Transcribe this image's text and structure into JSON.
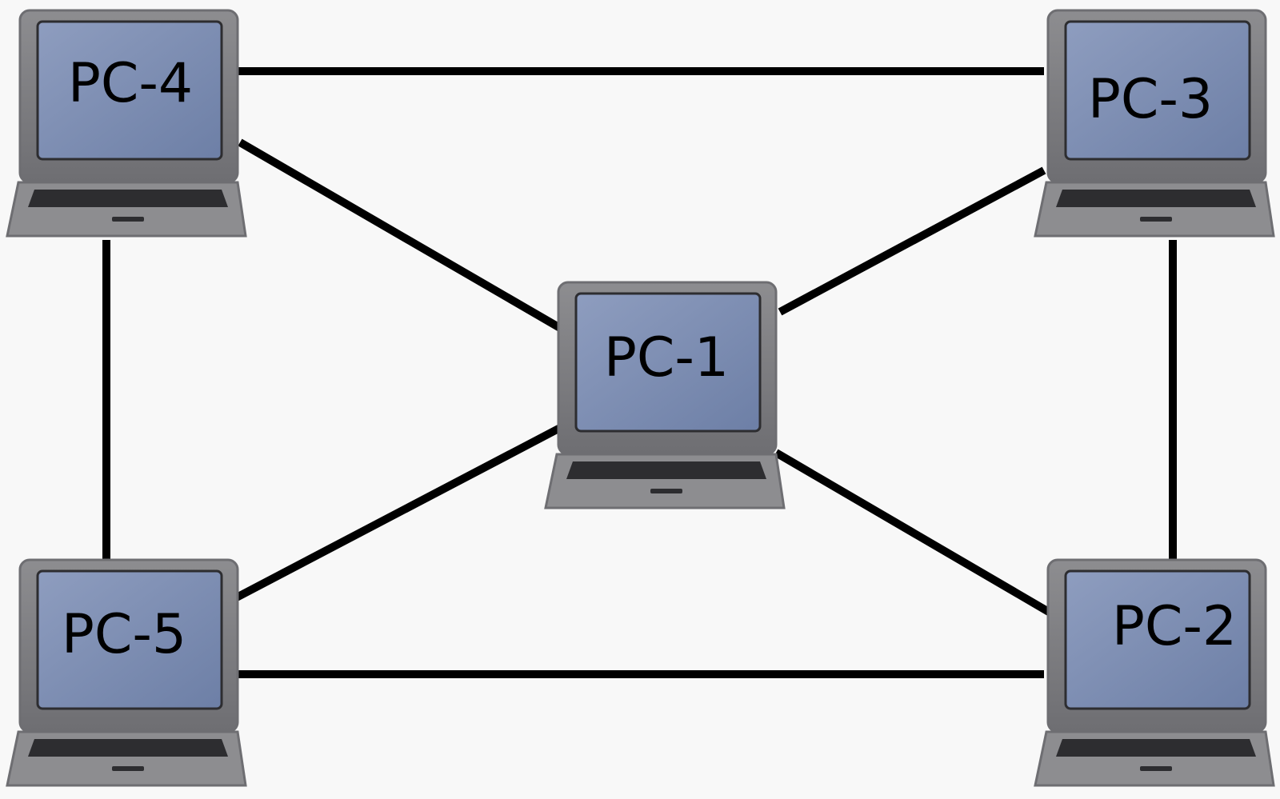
{
  "colors": {
    "background": "#f8f8f8",
    "link": "#000000",
    "laptop_body": "#8d8d90",
    "laptop_body_shade": "#6e6e72",
    "laptop_screen": "#6d7fa6",
    "laptop_screen_light": "#8e9dbf",
    "keyboard": "#2d2d30",
    "label": "#000000"
  },
  "nodes": [
    {
      "id": "pc1",
      "label": "PC-1",
      "icon": "laptop-icon"
    },
    {
      "id": "pc2",
      "label": "PC-2",
      "icon": "laptop-icon"
    },
    {
      "id": "pc3",
      "label": "PC-3",
      "icon": "laptop-icon"
    },
    {
      "id": "pc4",
      "label": "PC-4",
      "icon": "laptop-icon"
    },
    {
      "id": "pc5",
      "label": "PC-5",
      "icon": "laptop-icon"
    }
  ],
  "links": [
    {
      "from": "pc4",
      "to": "pc3"
    },
    {
      "from": "pc5",
      "to": "pc2"
    },
    {
      "from": "pc4",
      "to": "pc5"
    },
    {
      "from": "pc3",
      "to": "pc2"
    },
    {
      "from": "pc4",
      "to": "pc1"
    },
    {
      "from": "pc3",
      "to": "pc1"
    },
    {
      "from": "pc5",
      "to": "pc1"
    },
    {
      "from": "pc2",
      "to": "pc1"
    }
  ]
}
